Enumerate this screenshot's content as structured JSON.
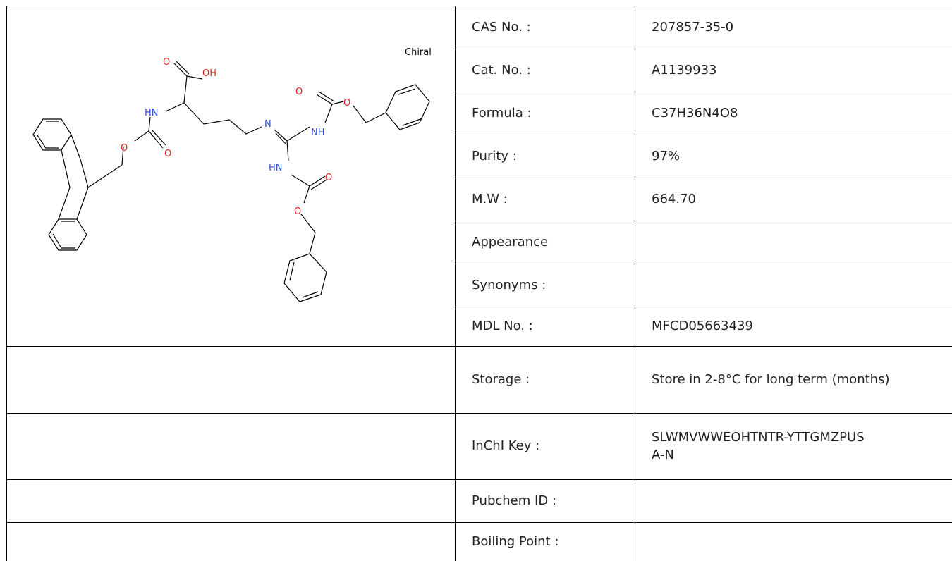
{
  "structure": {
    "chiral_label": "Chiral",
    "atom_labels": [
      "O",
      "OH",
      "HN",
      "O",
      "O",
      "N",
      "O",
      "O",
      "NH",
      "HN",
      "O",
      "O"
    ]
  },
  "properties": [
    {
      "label": "CAS No. :",
      "value": "207857-35-0"
    },
    {
      "label": "Cat. No. :",
      "value": "A1139933"
    },
    {
      "label": "Formula :",
      "value": "C37H36N4O8"
    },
    {
      "label": "Purity :",
      "value": "97%"
    },
    {
      "label": "M.W :",
      "value": "664.70"
    },
    {
      "label": "Appearance",
      "value": ""
    },
    {
      "label": "Synonyms :",
      "value": ""
    },
    {
      "label": "MDL No. :",
      "value": "MFCD05663439"
    },
    {
      "label": "Storage :",
      "value": "Store in 2-8°C for long term (months)"
    },
    {
      "label": "InChI Key :",
      "value": "SLWMVWWEOHTNTR-YTTGMZPUSA-N"
    },
    {
      "label": "Pubchem ID :",
      "value": ""
    },
    {
      "label": "Boiling Point :",
      "value": ""
    }
  ]
}
